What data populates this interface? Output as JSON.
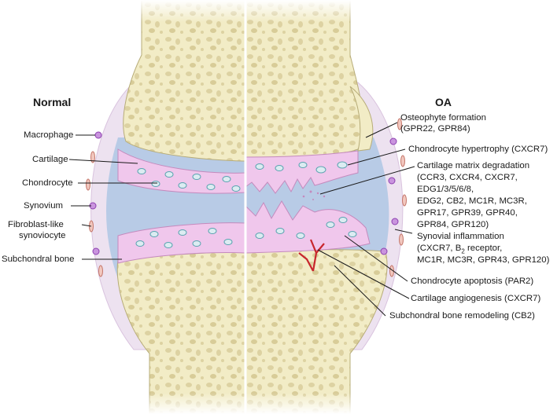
{
  "headers": {
    "normal": "Normal",
    "oa": "OA"
  },
  "labels_left": {
    "macrophage": "Macrophage",
    "cartilage": "Cartilage",
    "chondrocyte": "Chondrocyte",
    "synovium": "Synovium",
    "fibroblast_1": "Fibroblast-like",
    "fibroblast_2": "synoviocyte",
    "subchondral_bone": "Subchondral bone"
  },
  "labels_right": {
    "osteophyte_1": "Osteophyte formation",
    "osteophyte_2": "(GPR22, GPR84)",
    "hypertrophy": "Chondrocyte hypertrophy (CXCR7)",
    "degradation_1": "Cartilage matrix degradation",
    "degradation_2": "(CCR3, CXCR4, CXCR7,",
    "degradation_3": "EDG1/3/5/6/8,",
    "degradation_4": "EDG2, CB2, MC1R, MC3R,",
    "degradation_5": "GPR17, GPR39, GPR40,",
    "degradation_6": "GPR84, GPR120)",
    "inflammation_1": "Synovial inflammation",
    "inflammation_2a": "(CXCR7, B",
    "inflammation_2sub": "2",
    "inflammation_2b": " receptor,",
    "inflammation_3": "MC1R, MC3R, GPR43, GPR120)",
    "apoptosis": "Chondrocyte apoptosis (PAR2)",
    "angiogenesis": "Cartilage angiogenesis (CXCR7)",
    "remodeling": "Subchondral bone remodeling (CB2)"
  },
  "colors": {
    "bone": "#f2ecc6",
    "bone_edge": "#b7ac78",
    "trabecula": "#c9bd88",
    "cartilage": "#f0c7ec",
    "cartilage_edge": "#c48abd",
    "synovium": "#ede2f0",
    "joint_space": "#b8cbe6",
    "chondrocyte": "#5aa3b0",
    "macrophage": "#8d3fb0",
    "fibroblast": "#c4766a",
    "vessel": "#c8262d",
    "leader": "#1a1a1a"
  }
}
